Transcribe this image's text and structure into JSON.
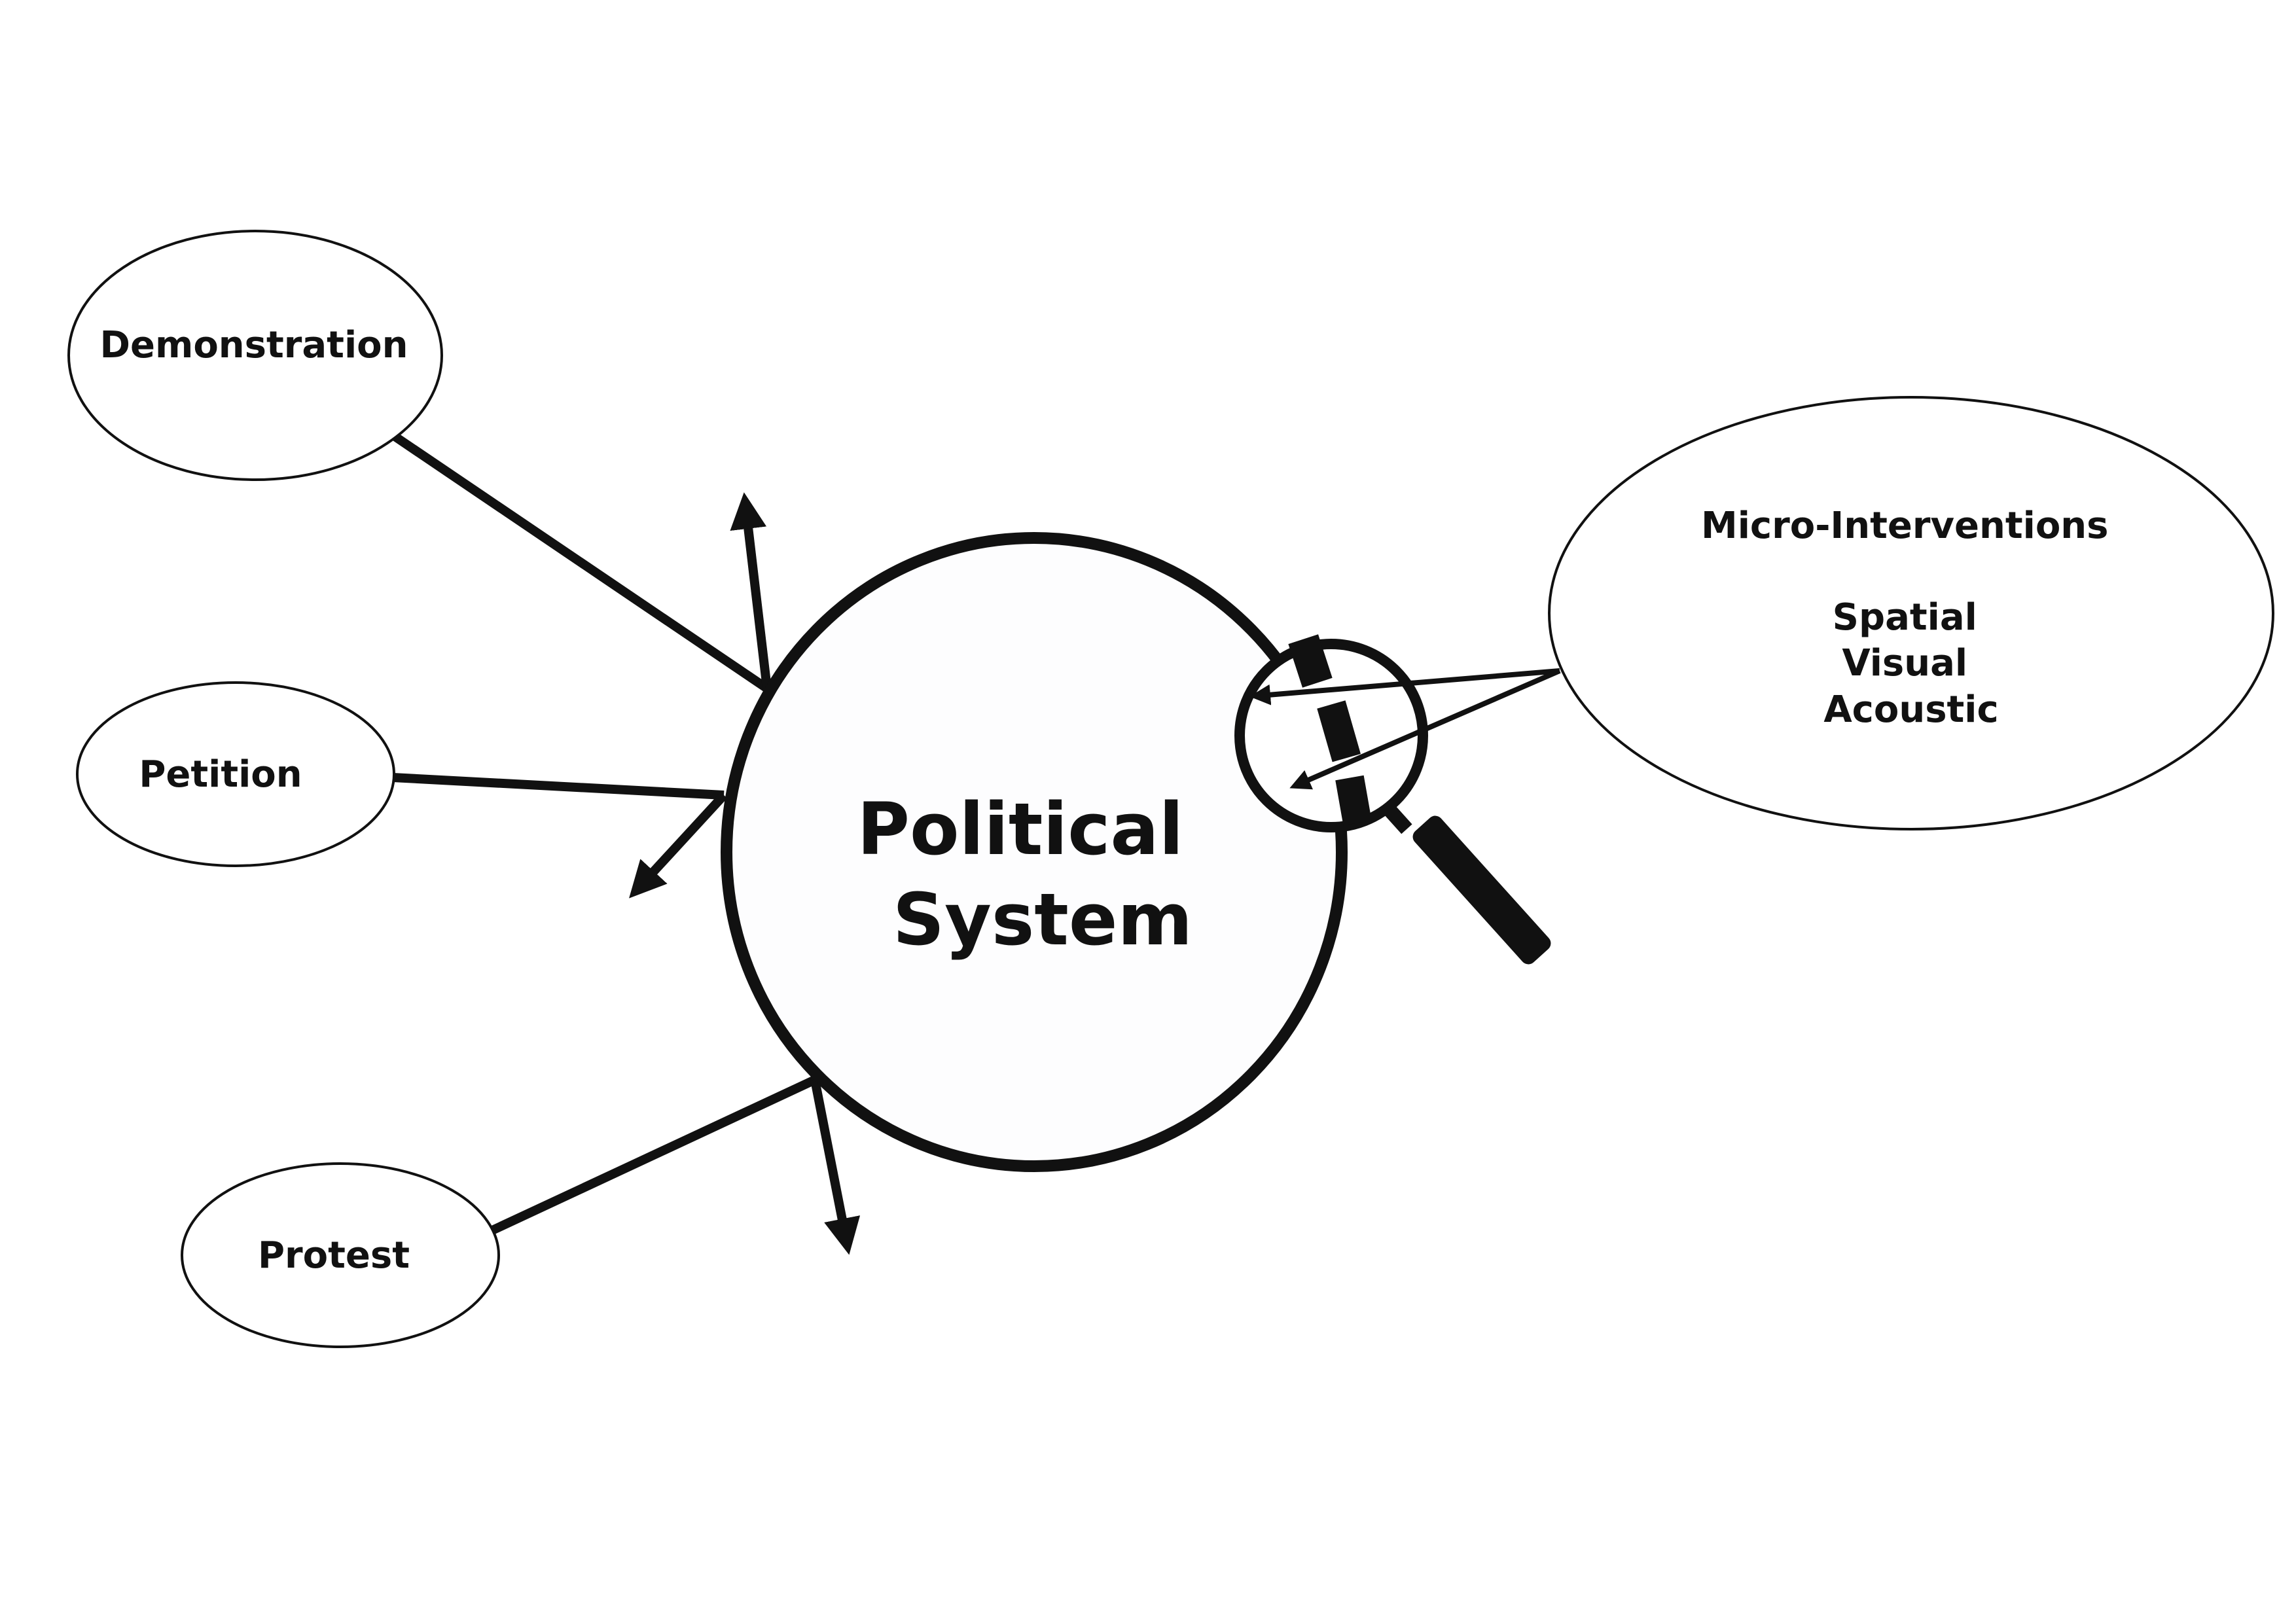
{
  "center": {
    "line1": "Political",
    "line2": "System"
  },
  "nodes": {
    "demonstration": "Demonstration",
    "petition": "Petition",
    "protest": "Protest"
  },
  "micro": {
    "title": "Micro-Interventions",
    "items": [
      "Spatial",
      "Visual",
      "Acoustic"
    ]
  },
  "icons": {
    "lens": "magnifying-glass-icon"
  },
  "colors": {
    "stroke": "#111111",
    "center_fill": "#fdfdfe",
    "background": "#ffffff"
  }
}
